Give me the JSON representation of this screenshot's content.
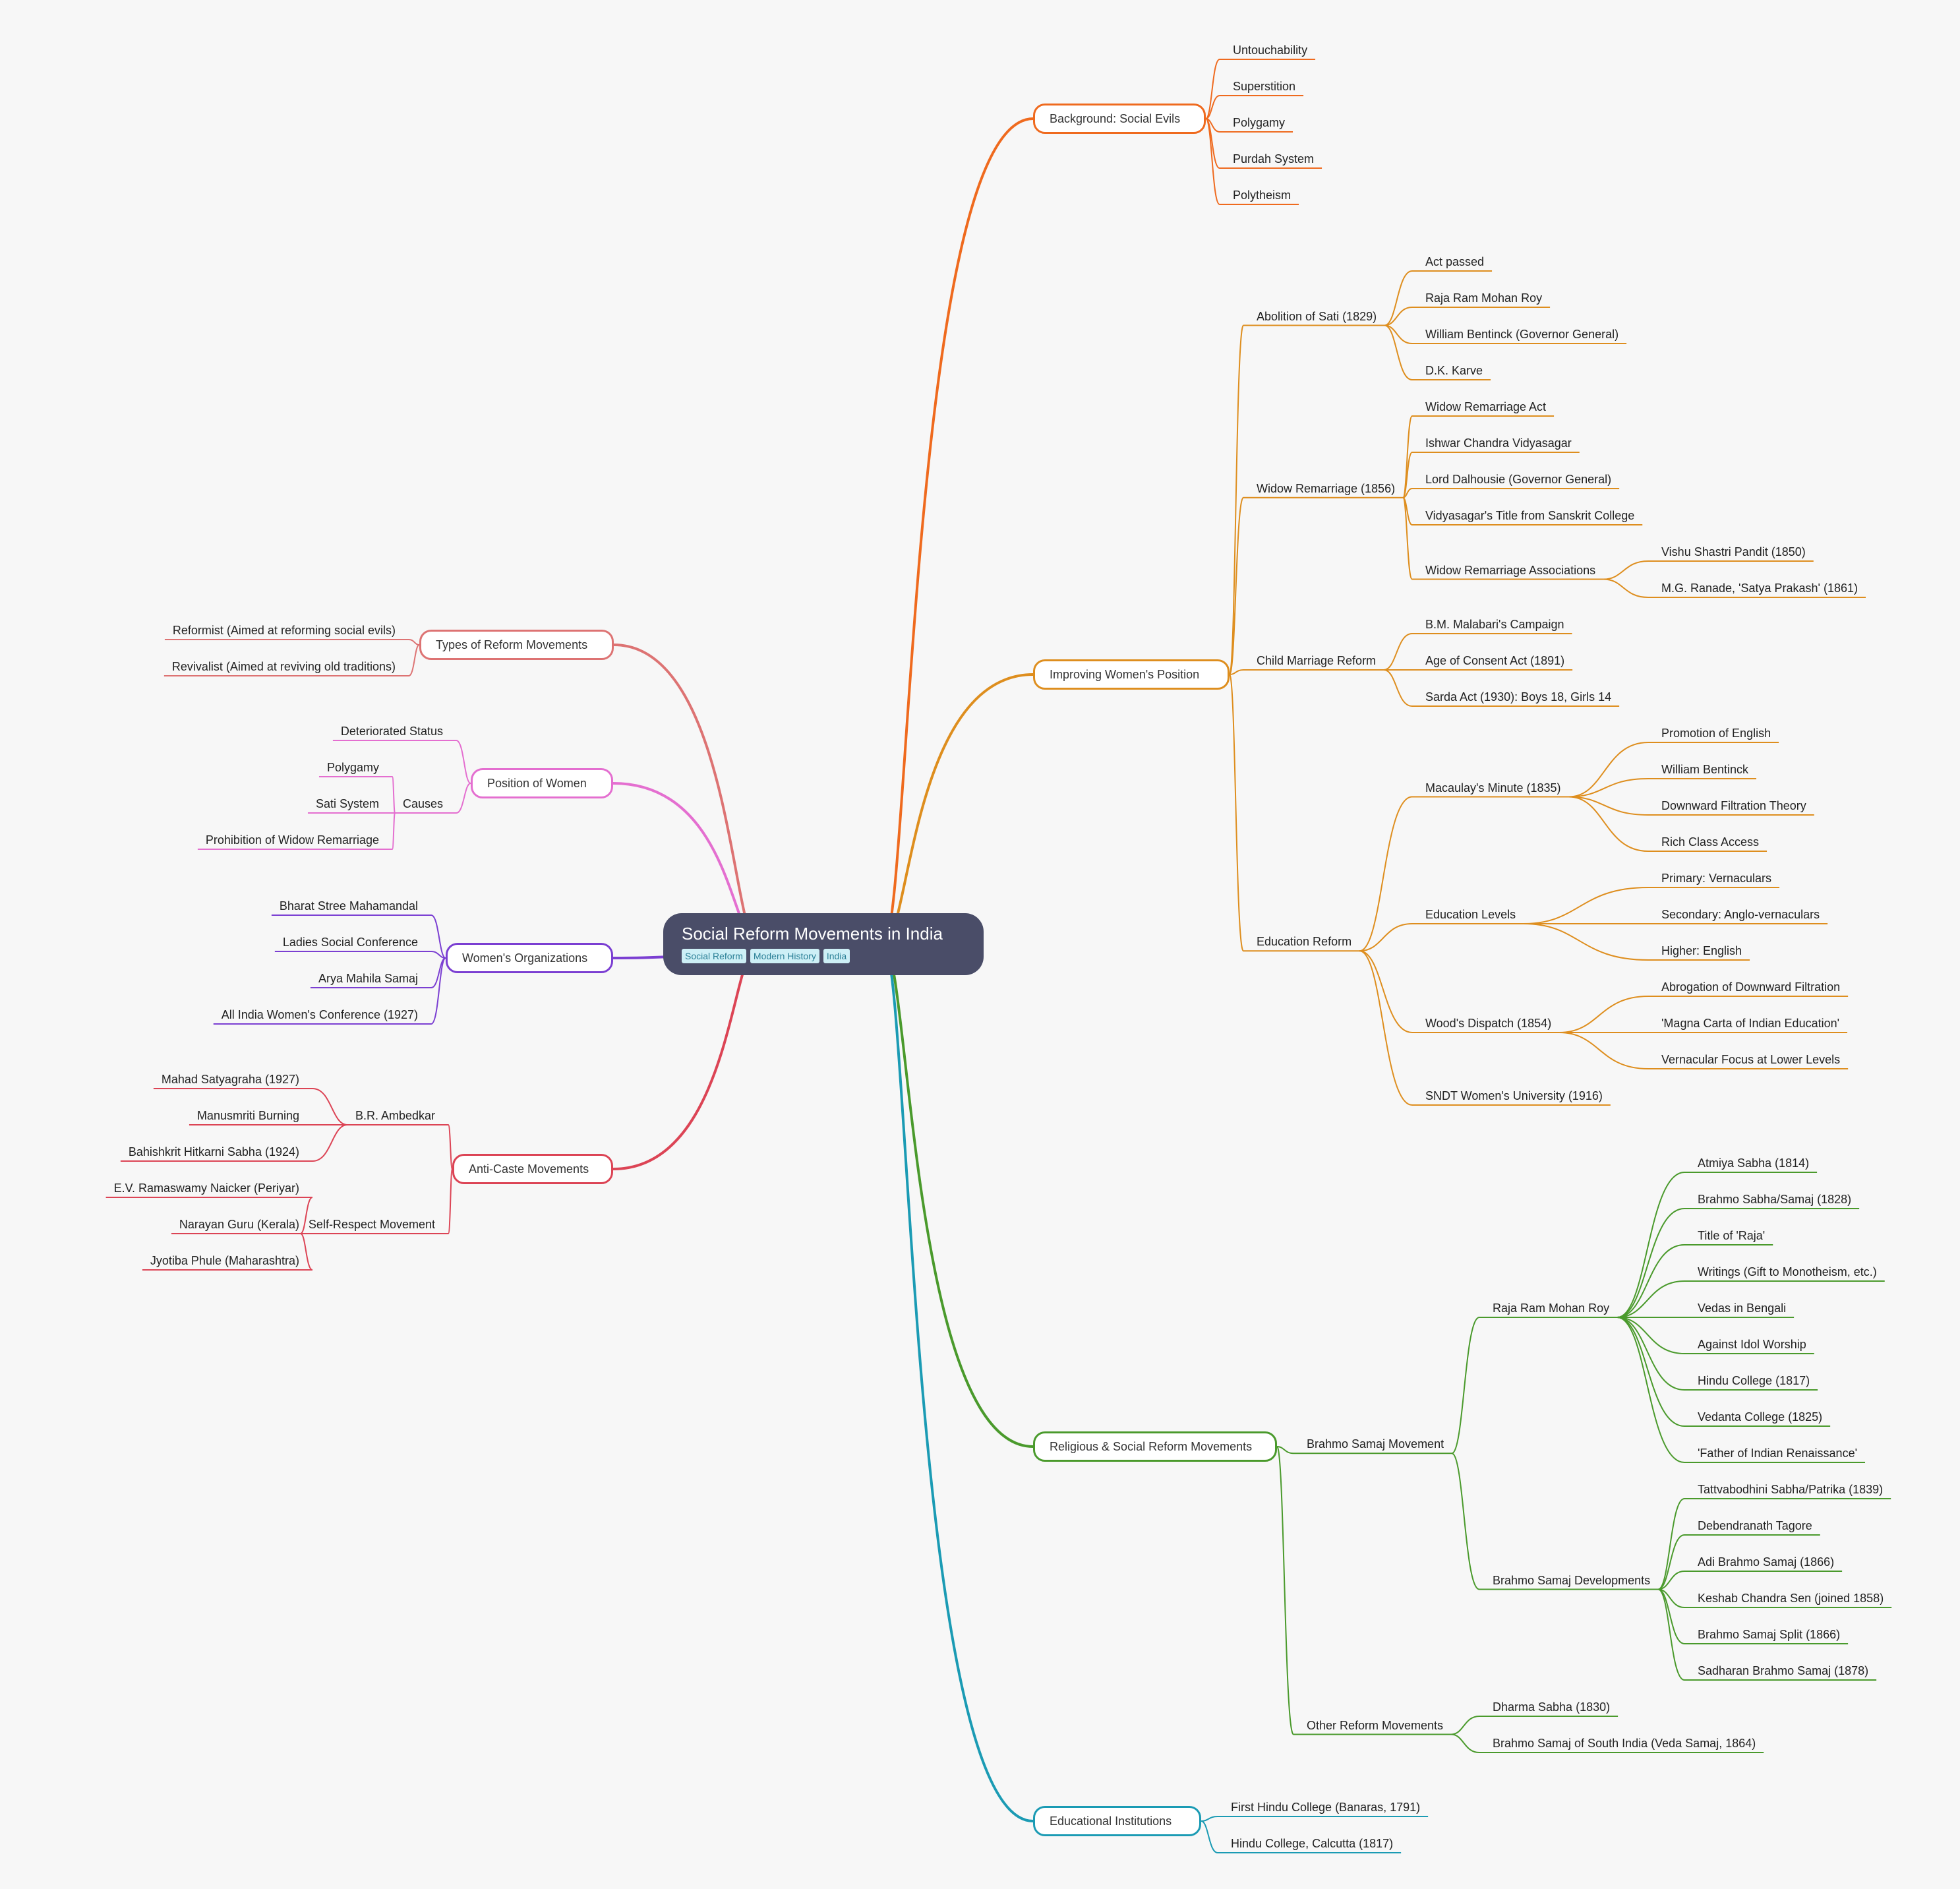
{
  "root": {
    "title": "Social Reform Movements in India",
    "tags": [
      "Social Reform",
      "Modern History",
      "India"
    ]
  },
  "colors": {
    "background": "#f7f7f7",
    "root": "#4a4d68",
    "background_social_evils": "#ef6a1e",
    "improving_womens_position": "#de8e1e",
    "religious_social_reform": "#4a9a2c",
    "educational_institutions": "#1b9bb4",
    "types_of_reform": "#dd7373",
    "position_of_women": "#e46fd0",
    "womens_organizations": "#7b3fd2",
    "anti_caste": "#dc4455"
  },
  "branches": [
    {
      "label": "Background: Social Evils",
      "side": "right",
      "color": "#ef6a1e",
      "children": [
        {
          "label": "Untouchability"
        },
        {
          "label": "Superstition"
        },
        {
          "label": "Polygamy"
        },
        {
          "label": "Purdah System"
        },
        {
          "label": "Polytheism"
        }
      ]
    },
    {
      "label": "Improving Women's Position",
      "side": "right",
      "color": "#de8e1e",
      "children": [
        {
          "label": "Abolition of Sati (1829)",
          "children": [
            {
              "label": "Act passed"
            },
            {
              "label": "Raja Ram Mohan Roy"
            },
            {
              "label": "William Bentinck (Governor General)"
            },
            {
              "label": "D.K. Karve"
            }
          ]
        },
        {
          "label": "Widow Remarriage (1856)",
          "children": [
            {
              "label": "Widow Remarriage Act"
            },
            {
              "label": "Ishwar Chandra Vidyasagar"
            },
            {
              "label": "Lord Dalhousie (Governor General)"
            },
            {
              "label": "Vidyasagar's Title from Sanskrit College"
            },
            {
              "label": "Widow Remarriage Associations",
              "children": [
                {
                  "label": "Vishu Shastri Pandit (1850)"
                },
                {
                  "label": "M.G. Ranade, 'Satya Prakash' (1861)"
                }
              ]
            }
          ]
        },
        {
          "label": "Child Marriage Reform",
          "children": [
            {
              "label": "B.M. Malabari's Campaign"
            },
            {
              "label": "Age of Consent Act (1891)"
            },
            {
              "label": "Sarda Act (1930): Boys 18, Girls 14"
            }
          ]
        },
        {
          "label": "Education Reform",
          "children": [
            {
              "label": "Macaulay's Minute (1835)",
              "children": [
                {
                  "label": "Promotion of English"
                },
                {
                  "label": "William Bentinck"
                },
                {
                  "label": "Downward Filtration Theory"
                },
                {
                  "label": "Rich Class Access"
                }
              ]
            },
            {
              "label": "Education Levels",
              "children": [
                {
                  "label": "Primary: Vernaculars"
                },
                {
                  "label": "Secondary: Anglo-vernaculars"
                },
                {
                  "label": "Higher: English"
                }
              ]
            },
            {
              "label": "Wood's Dispatch (1854)",
              "children": [
                {
                  "label": "Abrogation of Downward Filtration"
                },
                {
                  "label": "'Magna Carta of Indian Education'"
                },
                {
                  "label": "Vernacular Focus at Lower Levels"
                }
              ]
            },
            {
              "label": "SNDT Women's University (1916)"
            }
          ]
        }
      ]
    },
    {
      "label": "Religious & Social Reform Movements",
      "side": "right",
      "color": "#4a9a2c",
      "children": [
        {
          "label": "Brahmo Samaj Movement",
          "children": [
            {
              "label": "Raja Ram Mohan Roy",
              "children": [
                {
                  "label": "Atmiya Sabha (1814)"
                },
                {
                  "label": "Brahmo Sabha/Samaj (1828)"
                },
                {
                  "label": "Title of 'Raja'"
                },
                {
                  "label": "Writings (Gift to Monotheism, etc.)"
                },
                {
                  "label": "Vedas in Bengali"
                },
                {
                  "label": "Against Idol Worship"
                },
                {
                  "label": "Hindu College (1817)"
                },
                {
                  "label": "Vedanta College (1825)"
                },
                {
                  "label": "'Father of Indian Renaissance'"
                }
              ]
            },
            {
              "label": "Brahmo Samaj Developments",
              "children": [
                {
                  "label": "Tattvabodhini Sabha/Patrika (1839)"
                },
                {
                  "label": "Debendranath Tagore"
                },
                {
                  "label": "Adi Brahmo Samaj (1866)"
                },
                {
                  "label": "Keshab Chandra Sen (joined 1858)"
                },
                {
                  "label": "Brahmo Samaj Split (1866)"
                },
                {
                  "label": "Sadharan Brahmo Samaj (1878)"
                }
              ]
            }
          ]
        },
        {
          "label": "Other Reform Movements",
          "children": [
            {
              "label": "Dharma Sabha (1830)"
            },
            {
              "label": "Brahmo Samaj of South India (Veda Samaj, 1864)"
            }
          ]
        }
      ]
    },
    {
      "label": "Educational Institutions",
      "side": "right",
      "color": "#1b9bb4",
      "children": [
        {
          "label": "First Hindu College (Banaras, 1791)"
        },
        {
          "label": "Hindu College, Calcutta (1817)"
        }
      ]
    },
    {
      "label": "Types of Reform Movements",
      "side": "left",
      "color": "#dd7373",
      "children": [
        {
          "label": "Reformist (Aimed at reforming social evils)"
        },
        {
          "label": "Revivalist (Aimed at reviving old traditions)"
        }
      ]
    },
    {
      "label": "Position of Women",
      "side": "left",
      "color": "#e46fd0",
      "children": [
        {
          "label": "Deteriorated Status"
        },
        {
          "label": "Causes",
          "children": [
            {
              "label": "Polygamy"
            },
            {
              "label": "Sati System"
            },
            {
              "label": "Prohibition of Widow Remarriage"
            }
          ]
        }
      ]
    },
    {
      "label": "Women's Organizations",
      "side": "left",
      "color": "#7b3fd2",
      "children": [
        {
          "label": "Bharat Stree Mahamandal"
        },
        {
          "label": "Ladies Social Conference"
        },
        {
          "label": "Arya Mahila Samaj"
        },
        {
          "label": "All India Women's Conference (1927)"
        }
      ]
    },
    {
      "label": "Anti-Caste Movements",
      "side": "left",
      "color": "#dc4455",
      "children": [
        {
          "label": "B.R. Ambedkar",
          "children": [
            {
              "label": "Mahad Satyagraha (1927)"
            },
            {
              "label": "Manusmriti Burning"
            },
            {
              "label": "Bahishkrit Hitkarni Sabha (1924)"
            }
          ]
        },
        {
          "label": "Self-Respect Movement",
          "children": [
            {
              "label": "E.V. Ramaswamy Naicker (Periyar)"
            },
            {
              "label": "Narayan Guru (Kerala)"
            },
            {
              "label": "Jyotiba Phule (Maharashtra)"
            }
          ]
        }
      ]
    }
  ]
}
